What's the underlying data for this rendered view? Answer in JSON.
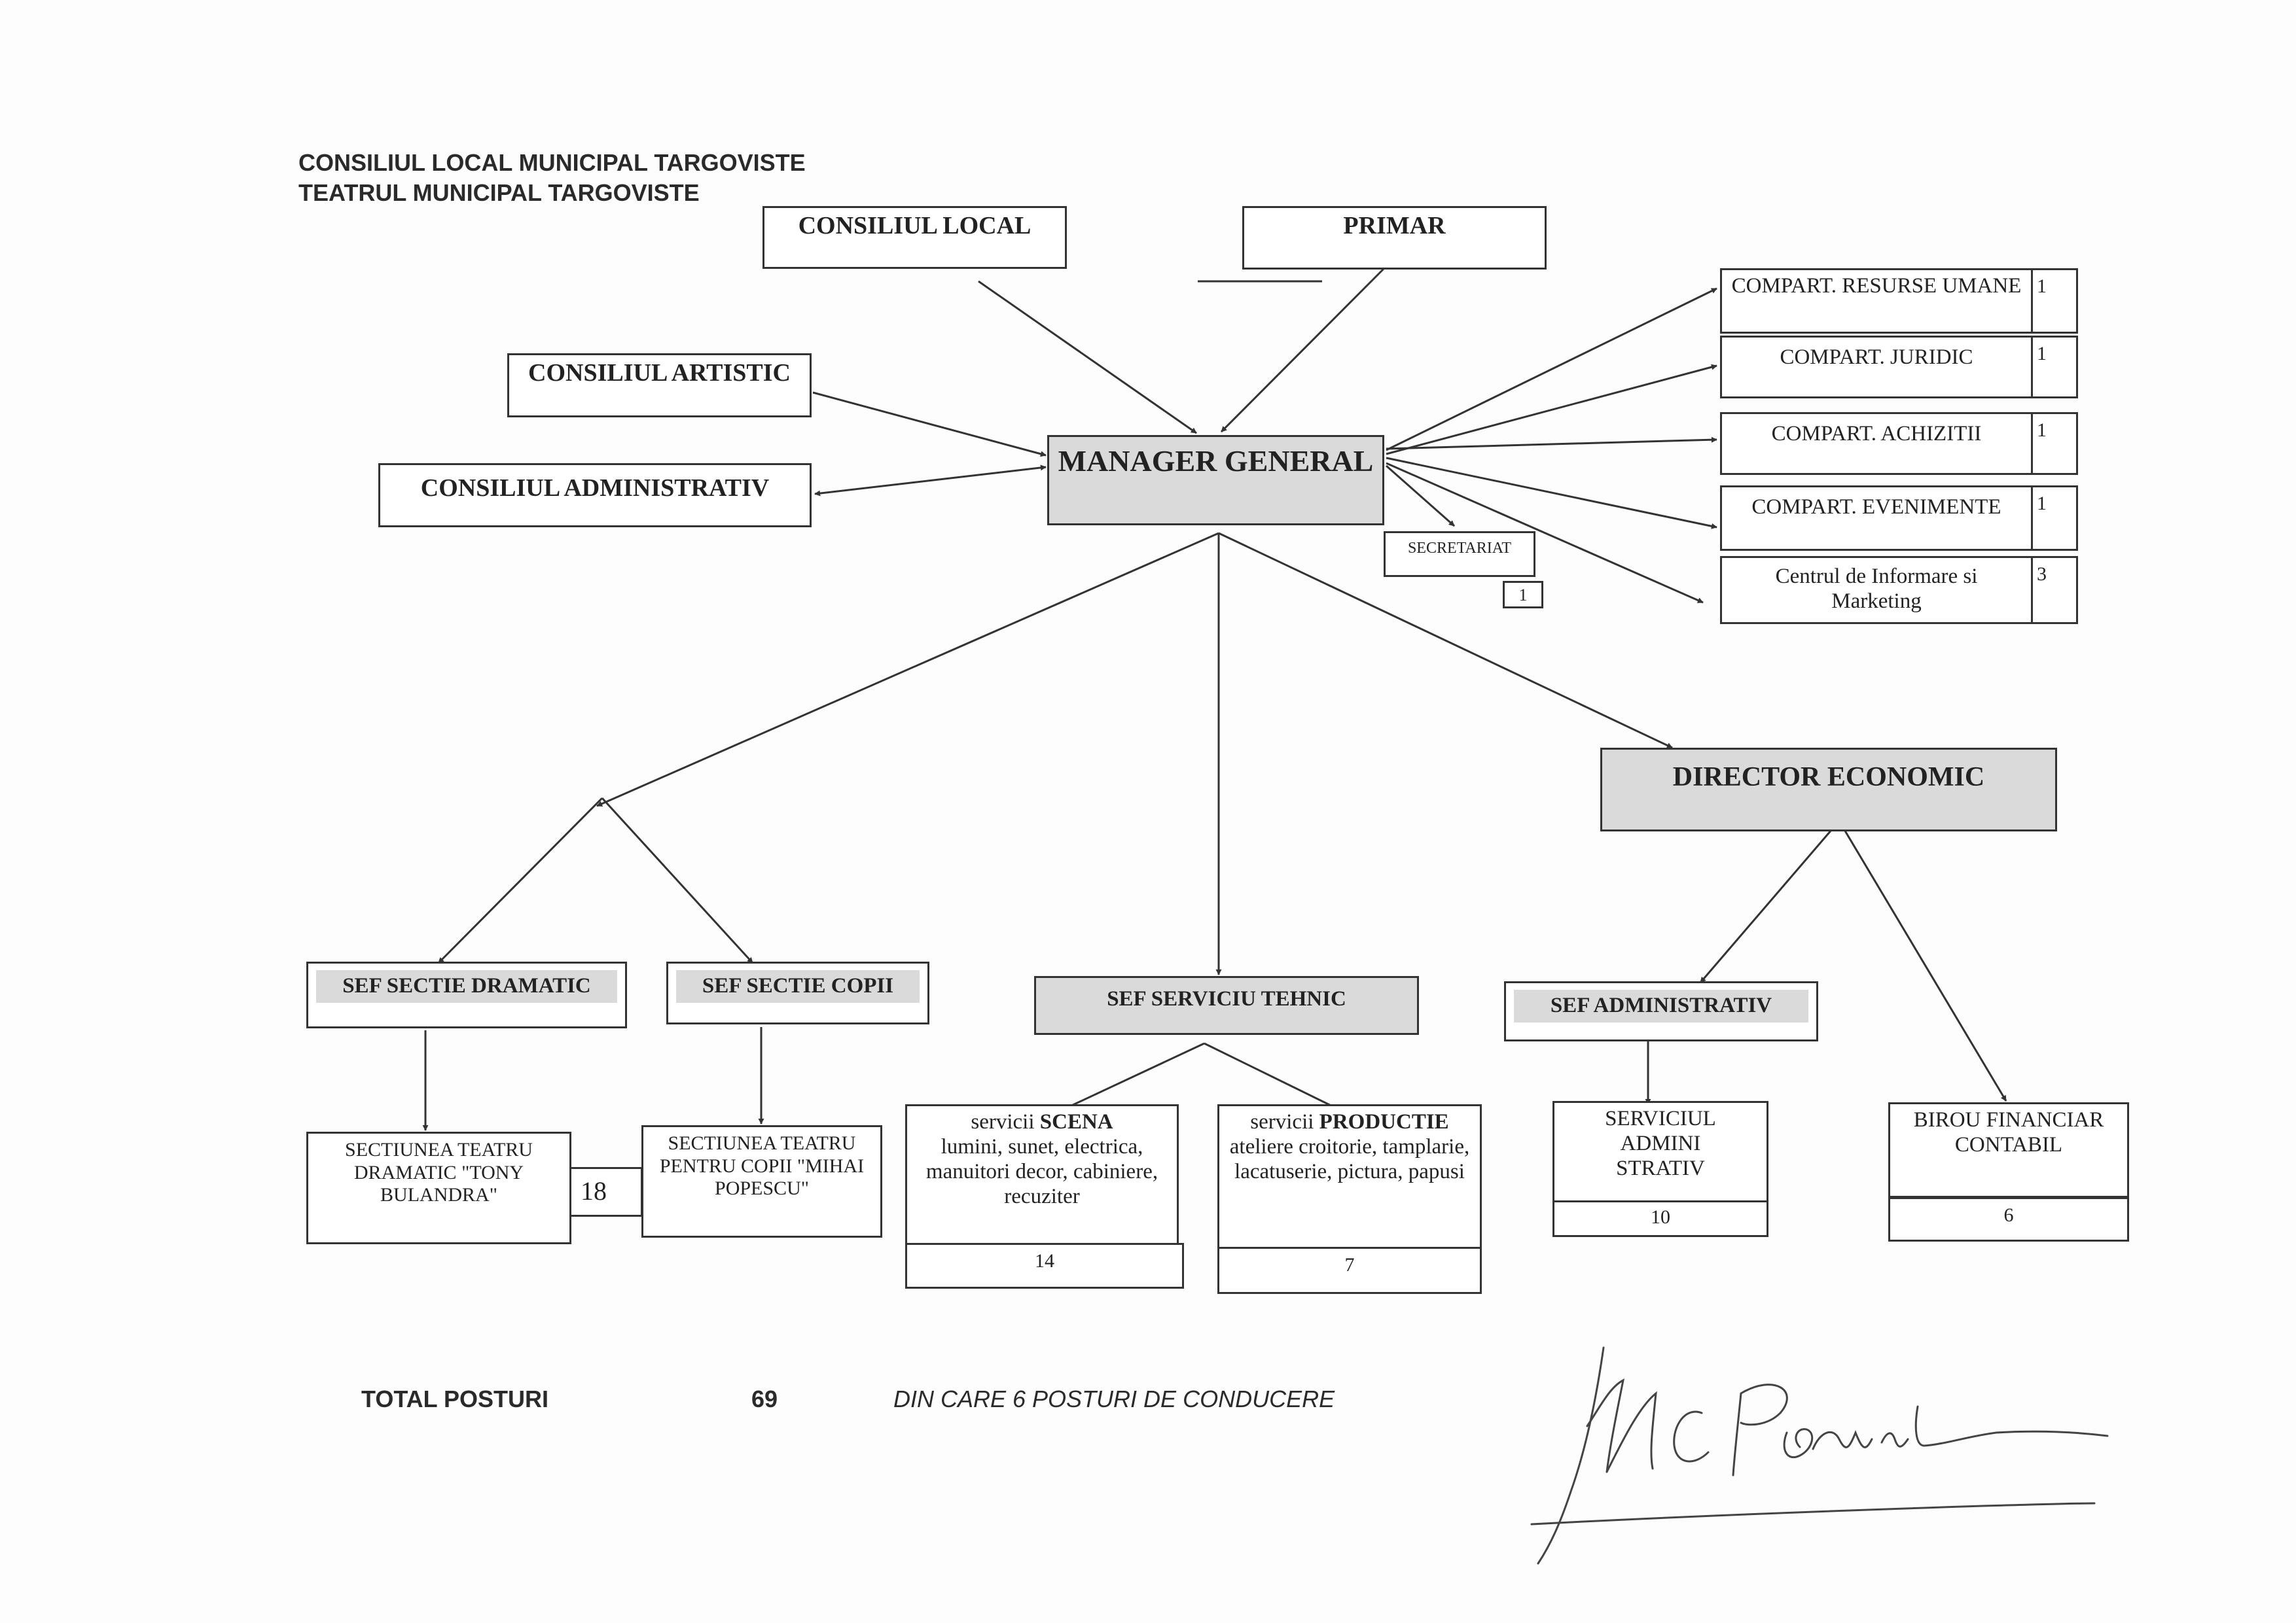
{
  "header": {
    "line1": "CONSILIUL LOCAL MUNICIPAL TARGOVISTE",
    "line2": "TEATRUL MUNICIPAL TARGOVISTE"
  },
  "boxes": {
    "consiliul_local": "CONSILIUL LOCAL",
    "primar": "PRIMAR",
    "consiliul_artistic": "CONSILIUL ARTISTIC",
    "consiliul_administrativ": "CONSILIUL ADMINISTRATIV",
    "manager_general": "MANAGER GENERAL",
    "secretariat": "SECRETARIAT",
    "secretariat_count": "1",
    "director_economic": "DIRECTOR ECONOMIC",
    "sef_sectie_dramatic": "SEF SECTIE DRAMATIC",
    "sef_sectie_copii": "SEF SECTIE COPII",
    "sef_serviciu_tehnic": "SEF SERVICIU TEHNIC",
    "sef_administrativ": "SEF ADMINISTRATIV",
    "sectiunea_dramatic": "SECTIUNEA TEATRU DRAMATIC \"TONY BULANDRA\"",
    "sectiunea_copii": "SECTIUNEA TEATRU PENTRU COPII \"MIHAI POPESCU\"",
    "sectiuni_count": "18",
    "scena_prefix": "servicii ",
    "scena_bold": "SCENA",
    "scena_detail": "lumini, sunet, electrica, manuitori decor, cabiniere, recuziter",
    "scena_count": "14",
    "productie_prefix": "servicii ",
    "productie_bold": "PRODUCTIE",
    "productie_detail": "ateliere croitorie, tamplarie, lacatuserie, pictura, papusi",
    "productie_count": "7",
    "serviciul_admin": "SERVICIUL ADMINI STRATIV",
    "serviciul_admin_count": "10",
    "birou_financiar": "BIROU FINANCIAR CONTABIL",
    "birou_financiar_count": "6"
  },
  "compartments": [
    {
      "label": "COMPART. RESURSE UMANE",
      "count": "1"
    },
    {
      "label": "COMPART.  JURIDIC",
      "count": "1"
    },
    {
      "label": "COMPART. ACHIZITII",
      "count": "1"
    },
    {
      "label": "COMPART.  EVENIMENTE",
      "count": "1"
    },
    {
      "label": "Centrul de Informare si Marketing",
      "count": "3"
    }
  ],
  "footer": {
    "total_label": "TOTAL POSTURI",
    "total_value": "69",
    "note": "DIN CARE 6 POSTURI  DE CONDUCERE"
  },
  "colors": {
    "line": "#333333",
    "shade": "#dadada",
    "text": "#222222"
  }
}
